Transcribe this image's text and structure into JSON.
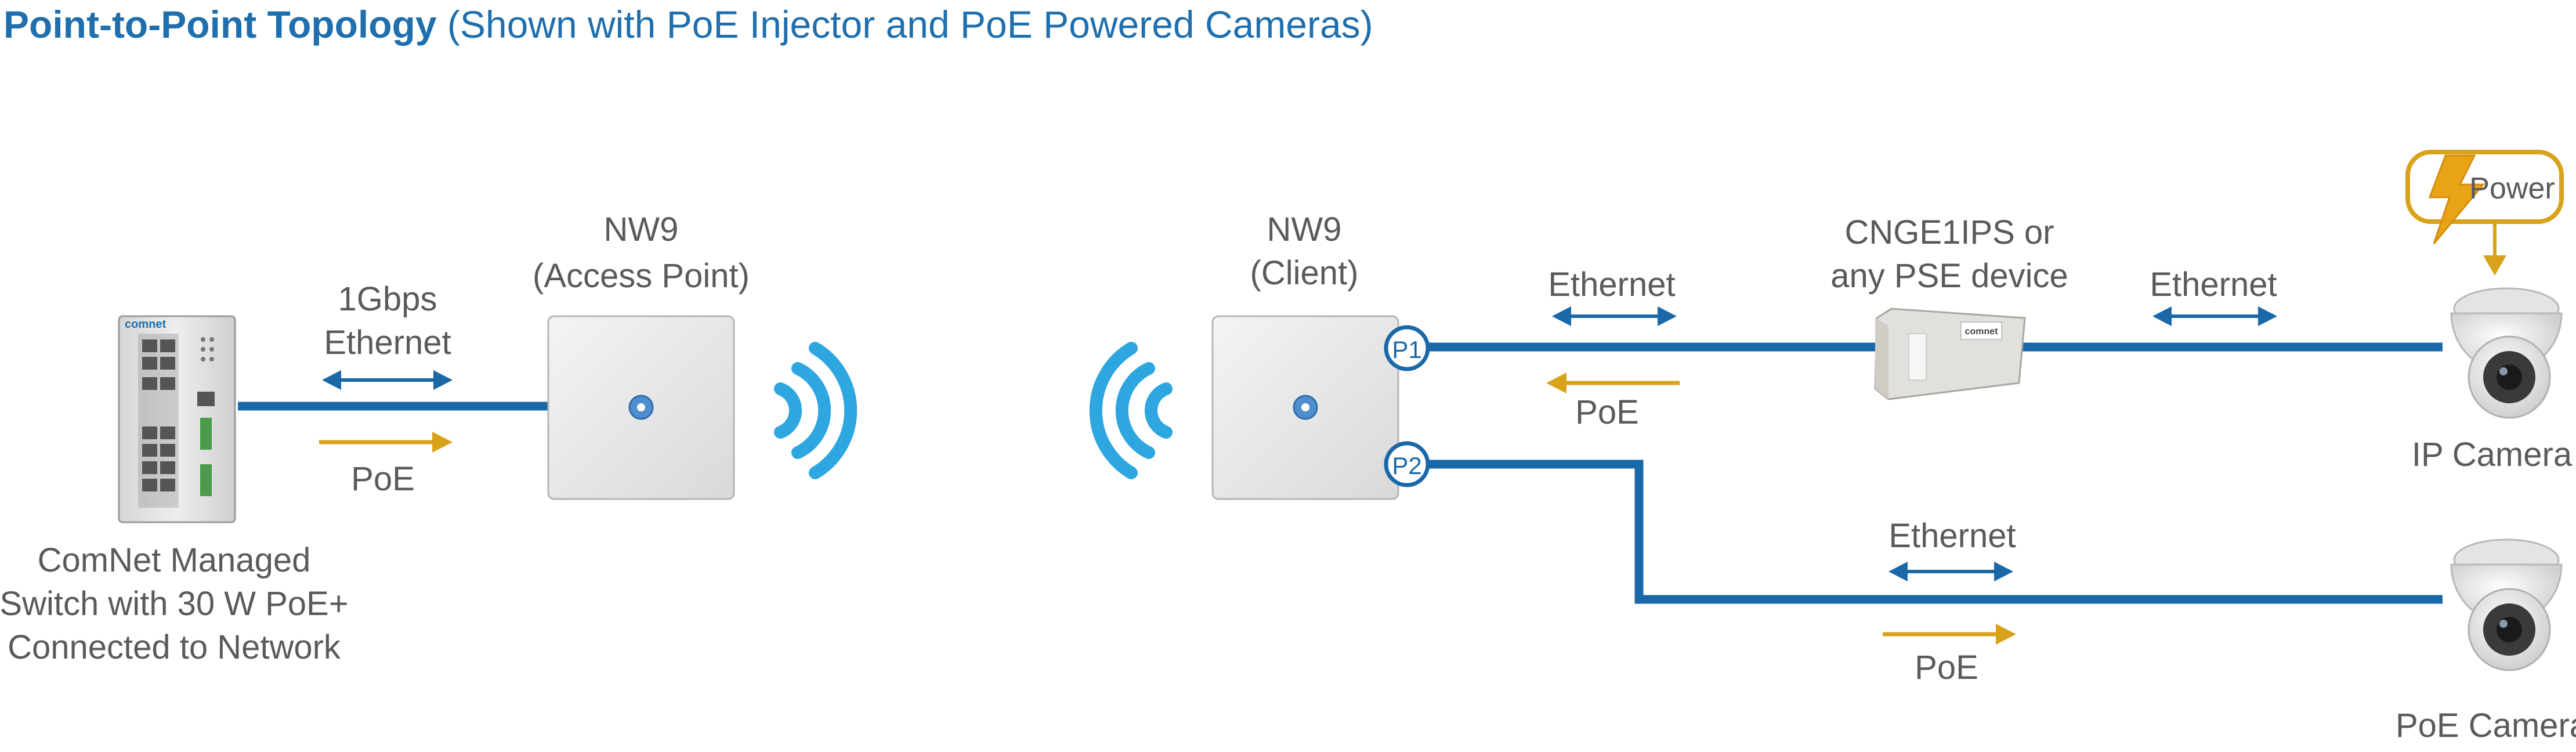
{
  "title": {
    "bold": "Point-to-Point Topology",
    "rest": " (Shown with PoE Injector and PoE Powered Cameras)"
  },
  "colors": {
    "title": "#1f6fae",
    "ethernet_line": "#1a68a8",
    "poe_arrow": "#d9a21b",
    "wireless": "#2ea7e0",
    "label_gray": "#5a5a5a",
    "port_circle": "#1a68a8"
  },
  "switch": {
    "brand": "comnet",
    "label": [
      "ComNet Managed",
      "Switch with 30 W PoE+",
      "Connected to Network"
    ]
  },
  "link_switch_ap": {
    "ethernet_label": [
      "1Gbps",
      "Ethernet"
    ],
    "poe_label": "PoE"
  },
  "access_point": {
    "label": [
      "NW9",
      "(Access Point)"
    ]
  },
  "client": {
    "label": [
      "NW9",
      "(Client)"
    ],
    "ports": [
      "P1",
      "P2"
    ]
  },
  "link_p1": {
    "ethernet_label": "Ethernet",
    "poe_label": "PoE"
  },
  "injector": {
    "label": [
      "CNGE1IPS or",
      "any PSE device"
    ],
    "brand": "comnet"
  },
  "link_injector_camera": {
    "ethernet_label": "Ethernet"
  },
  "power_badge": {
    "label": "Power",
    "icon": "lightning-bolt-icon"
  },
  "ip_camera": {
    "label": "IP Camera"
  },
  "link_p2": {
    "ethernet_label": "Ethernet",
    "poe_label": "PoE"
  },
  "poe_camera": {
    "label": "PoE Camera"
  }
}
